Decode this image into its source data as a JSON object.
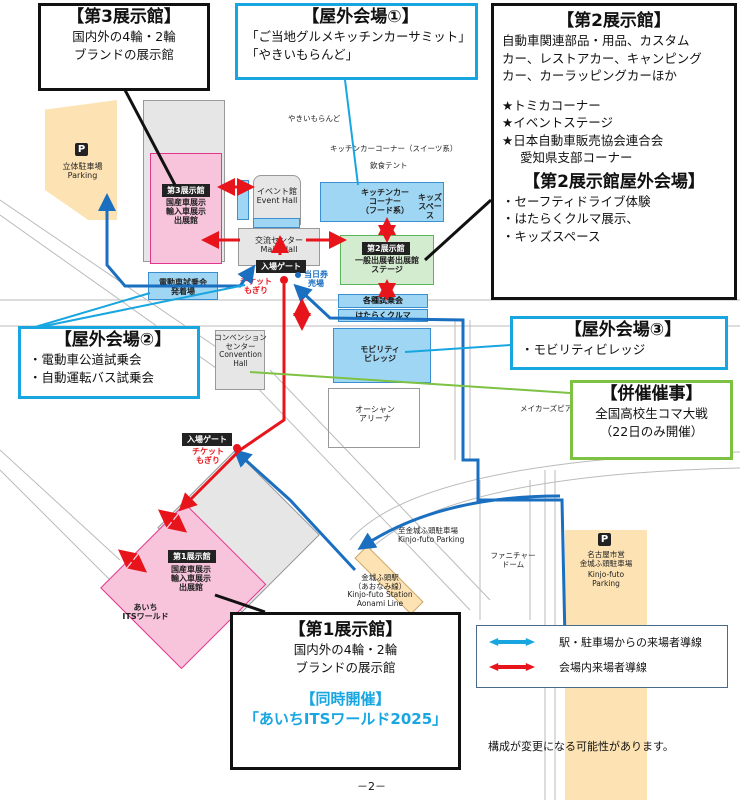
{
  "callouts": {
    "hall3": {
      "title": "【第3展示館】",
      "lines": [
        "国内外の4輪・2輪",
        "ブランドの展示館"
      ]
    },
    "outdoor1": {
      "title": "【屋外会場①】",
      "lines": [
        "「ご当地グルメキッチンカーサミット」",
        "「やきいもらんど」"
      ]
    },
    "hall2": {
      "title": "【第2展示館】",
      "lines": [
        "自動車関連部品・用品、カスタム",
        "カー、レストアカー、キャンピング",
        "カー、カーラッピングカーほか",
        "★トミカコーナー",
        "★イベントステージ",
        "★日本自動車販売協会連合会",
        "愛知県支部コーナー"
      ],
      "outdoor_title": "【第2展示館屋外会場】",
      "outdoor_lines": [
        "・セーフティドライブ体験",
        "・はたらくクルマ展示、",
        "・キッズスペース"
      ]
    },
    "outdoor2": {
      "title": "【屋外会場②】",
      "lines": [
        "・電動車公道試乗会",
        "・自動運転バス試乗会"
      ]
    },
    "outdoor3": {
      "title": "【屋外会場③】",
      "lines": [
        "・モビリティビレッジ"
      ]
    },
    "event": {
      "title": "【併催催事】",
      "lines": [
        "全国高校生コマ大戦",
        "（22日のみ開催）"
      ]
    },
    "hall1": {
      "title": "【第1展示館】",
      "lines": [
        "国内外の4輪・2輪",
        "ブランドの展示館"
      ],
      "concurrent_title": "【同時開催】",
      "concurrent_name": "「あいちITSワールド2025」"
    }
  },
  "map": {
    "parking_left": {
      "icon": "P",
      "name": "立体駐車場",
      "en": "Parking"
    },
    "hall3": {
      "tag": "第3展示館",
      "desc": [
        "国産車展示",
        "輸入車展示",
        "出展館"
      ]
    },
    "yakiimo": "やきいもらんど",
    "kitchen_sweets": "キッチンカーコーナー（スイーツ系）",
    "food_tent": "飲食テント",
    "event_hall": [
      "イベント館",
      "Event Hall"
    ],
    "kitchen_food": [
      "キッチンカー",
      "コーナー",
      "（フード系）"
    ],
    "kids": [
      "キッズ",
      "スペース"
    ],
    "main_hall": [
      "交流センター",
      "Main Hall"
    ],
    "hall2": {
      "tag": "第2展示館",
      "desc": [
        "一般出展者出展館",
        "ステージ"
      ]
    },
    "gate_main": "入場ゲート",
    "ticket_main": [
      "チケット",
      "もぎり"
    ],
    "same_day": [
      "当日券",
      "売場"
    ],
    "ev_test": [
      "電動車試乗会",
      "発着場"
    ],
    "test_rides": "各種試乗会",
    "working_cars": "はたらくクルマ",
    "convention": [
      "コンベンション",
      "センター",
      "Convention",
      "Hall"
    ],
    "mobility": [
      "モビリティ",
      "ビレッジ"
    ],
    "ocean": [
      "オーシャン",
      "アリーナ"
    ],
    "maker": "メイカーズピア",
    "gate_south": "入場ゲート",
    "ticket_south": [
      "チケット",
      "もぎり"
    ],
    "hall1": {
      "tag": "第1展示館",
      "desc": [
        "国産車展示",
        "輸入車展示",
        "出展館"
      ]
    },
    "its": [
      "あいち",
      "ITSワールド"
    ],
    "kinjo_parking_to": [
      "至金城ふ頭駐車場",
      "Kinjo-futo Parking"
    ],
    "station": [
      "金城ふ頭駅",
      "（あおなみ線）",
      "Kinjo-futo Station",
      "Aonami Line"
    ],
    "dome": [
      "ファニチャー",
      "ドーム"
    ],
    "parking_right": {
      "icon": "P",
      "name": [
        "名古屋市営",
        "金城ふ頭駐車場"
      ],
      "en": [
        "Kinjo-futo",
        "Parking"
      ]
    }
  },
  "legend": [
    {
      "label": "駅・駐車場からの来場者導線",
      "color": "#18a6e0"
    },
    {
      "label": "会場内来場者導線",
      "color": "#e8141b"
    }
  ],
  "note": "構成が変更になる可能性があります。",
  "page_number": "－2－",
  "colors": {
    "route_blue": "#1a6fc0",
    "callout_blue": "#18a6e0",
    "red": "#e8141b",
    "pink": "#f7c4dc",
    "green": "#d3ebcf",
    "lightblue": "#9fd6f4",
    "tan": "#fde3b3"
  }
}
